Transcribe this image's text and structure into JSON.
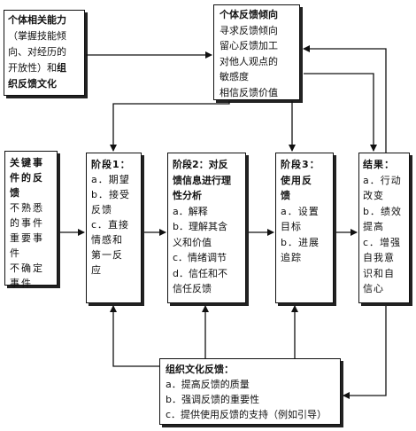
{
  "individual_ability": {
    "title": "个体相关能力",
    "lines": [
      "（掌握技能倾",
      "向、对经历的",
      "开放性）和"
    ],
    "suffix_bold": "组",
    "last_line_bold": "织反馈文化"
  },
  "feedback_orientation": {
    "title": "个体反馈倾向",
    "lines": [
      "寻求反馈倾向",
      "留心反馈加工",
      "对他人观点的",
      "敏感度",
      "相信反馈价值"
    ]
  },
  "key_event": {
    "title_lines": [
      "关键事",
      "件的反",
      "馈"
    ],
    "lines": [
      "不熟悉",
      "的事件",
      "重要事",
      "件",
      "不确定",
      "事件"
    ]
  },
  "stage1": {
    "title": "阶段1：",
    "lines": [
      "a．期望",
      "b．接受",
      "反馈",
      "c．直接",
      "情感和",
      "第一反",
      "应"
    ]
  },
  "stage2": {
    "title_lines": [
      "阶段2：对反",
      "馈信息进行理",
      "性分析"
    ],
    "lines": [
      "a．解释",
      "b．理解其含",
      "义和价值",
      "c．情绪调节",
      "d．信任和不",
      "信任反馈"
    ]
  },
  "stage3": {
    "title_lines": [
      "阶段3：",
      "使用反",
      "馈"
    ],
    "lines": [
      "a．设置",
      "目标",
      "b．进展",
      "追踪"
    ]
  },
  "results": {
    "title": "结果：",
    "lines": [
      "a．行动",
      "改变",
      "b．绩效",
      "提高",
      "c．增强",
      "自我意",
      "识和自",
      "信心"
    ]
  },
  "org_culture": {
    "title": "组织文化反馈：",
    "lines": [
      "a．提高反馈的质量",
      "b．强调反馈的重要性",
      "c．提供使用反馈的支持（例如引导）"
    ]
  }
}
